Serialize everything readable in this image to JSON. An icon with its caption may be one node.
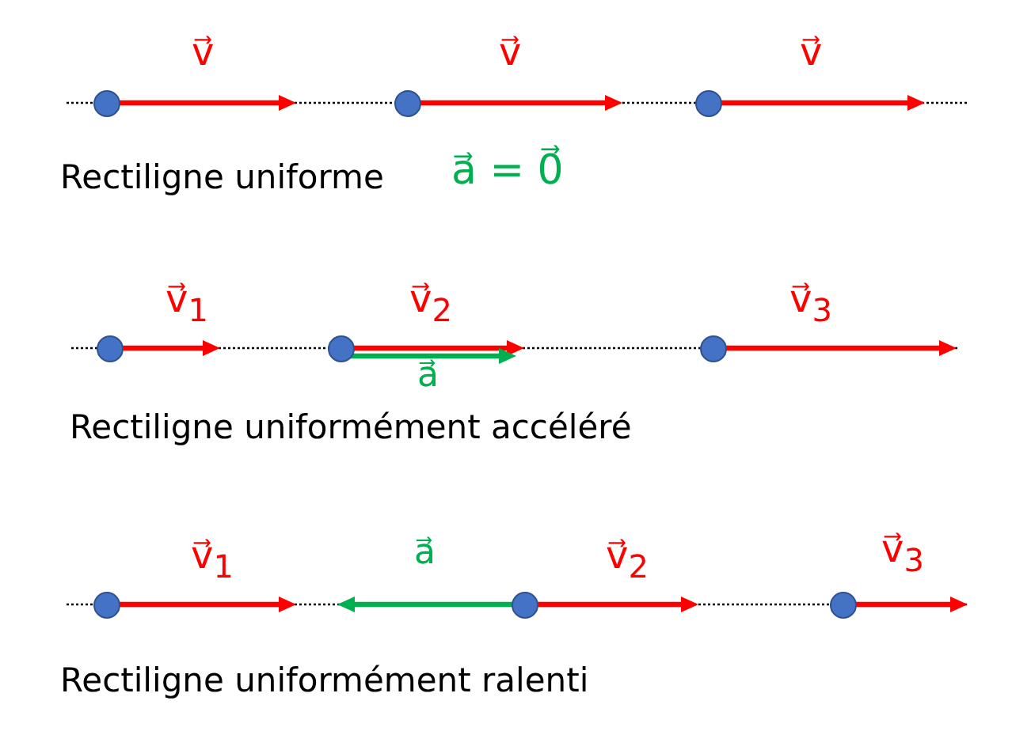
{
  "diagram": {
    "nodes": [
      {
        "text": [],
        "shape": "circle"
      },
      {
        "text": [],
        "shape": "circle"
      },
      {
        "text": [],
        "shape": "circle"
      },
      {
        "text": [],
        "shape": "circle"
      },
      {
        "text": [],
        "shape": "circle"
      },
      {
        "text": [],
        "shape": "circle"
      },
      {
        "text": [],
        "shape": "circle"
      },
      {
        "text": [],
        "shape": "circle"
      },
      {
        "text": [],
        "shape": "circle"
      }
    ],
    "labels": [
      "v⃗",
      "v⃗",
      "v⃗",
      "Rectiligne uniforme",
      "a⃗ = 0⃗",
      "v⃗$_{1}$",
      "v⃗$_{2}$",
      "v⃗$_{3}$",
      "a⃗",
      "Rectiligne uniformément accéléré",
      "v⃗$_{1}$",
      "a⃗",
      "v⃗$_{2}$",
      "v⃗$_{3}$",
      "Rectiligne uniformément ralenti"
    ]
  }
}
